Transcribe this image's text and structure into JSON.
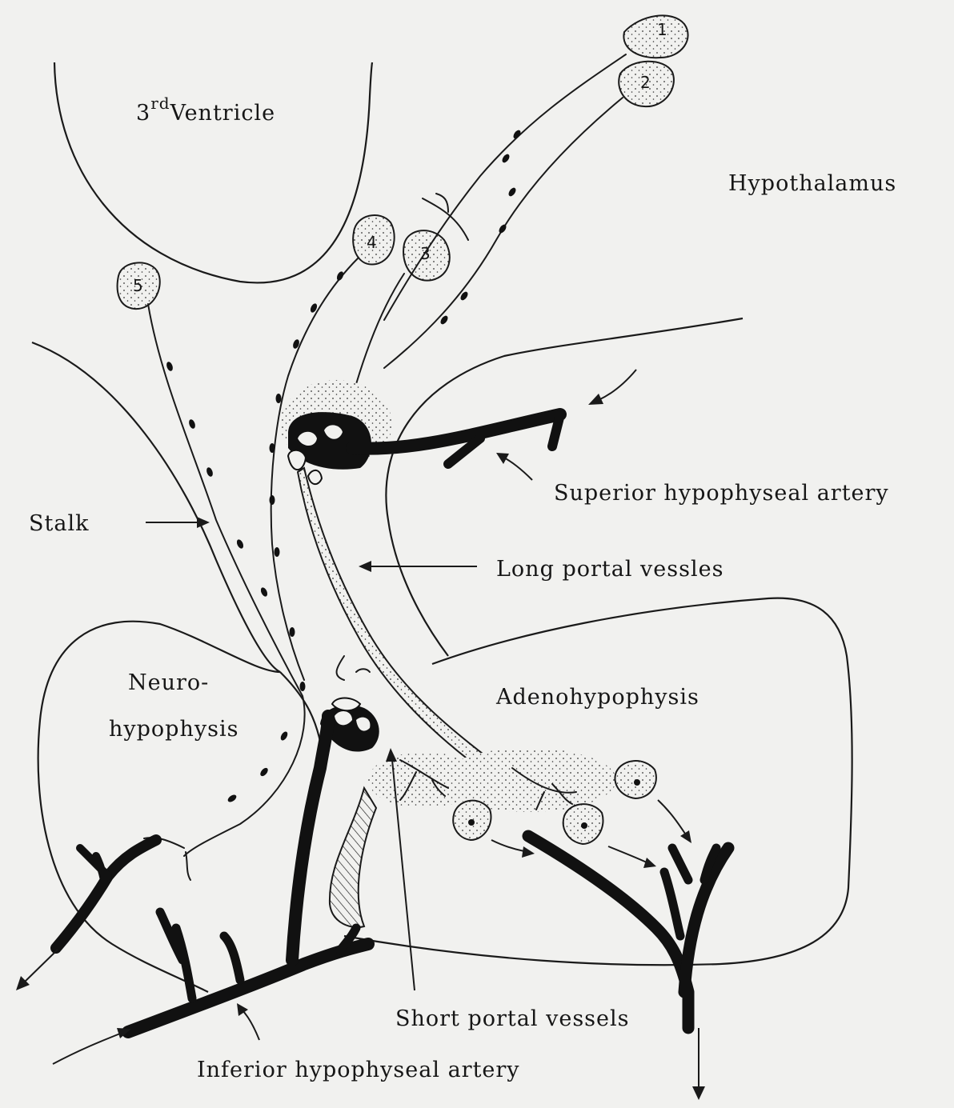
{
  "labels": {
    "ventricle_main": "3",
    "ventricle_sup": "rd",
    "ventricle_rest": "Ventricle",
    "hypothalamus": "Hypothalamus",
    "superior_artery": "Superior hypophyseal artery",
    "stalk": "Stalk",
    "long_portal": "Long portal vessles",
    "neuro_line1": "Neuro-",
    "neuro_line2": "hypophysis",
    "adeno": "Adenohypophysis",
    "short_portal": "Short portal vessels",
    "inferior_artery": "Inferior hypophyseal artery"
  },
  "nuclei": [
    "1",
    "2",
    "3",
    "4",
    "5"
  ],
  "colors": {
    "ink": "#111111",
    "paper": "#f1f1ef"
  }
}
